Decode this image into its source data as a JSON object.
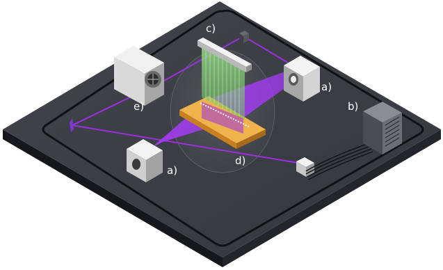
{
  "labels": {
    "a_left": "a)",
    "a_right": "a)",
    "b": "b)",
    "c": "c)",
    "d": "d)",
    "e": "e)"
  },
  "colors": {
    "platform_top": "#3a3d44",
    "platform_left_side": "#14161a",
    "platform_right_side": "#202328",
    "beam": "#9b30e0",
    "laser_fan": "#a23cf0",
    "atom_line": "#ffffff",
    "gold_plate": "#e8a43c",
    "green_beams": "#7fd46a",
    "device_light": "#e6e6e6",
    "device_shadow": "#9a9a9a",
    "label": "#ffffff"
  }
}
